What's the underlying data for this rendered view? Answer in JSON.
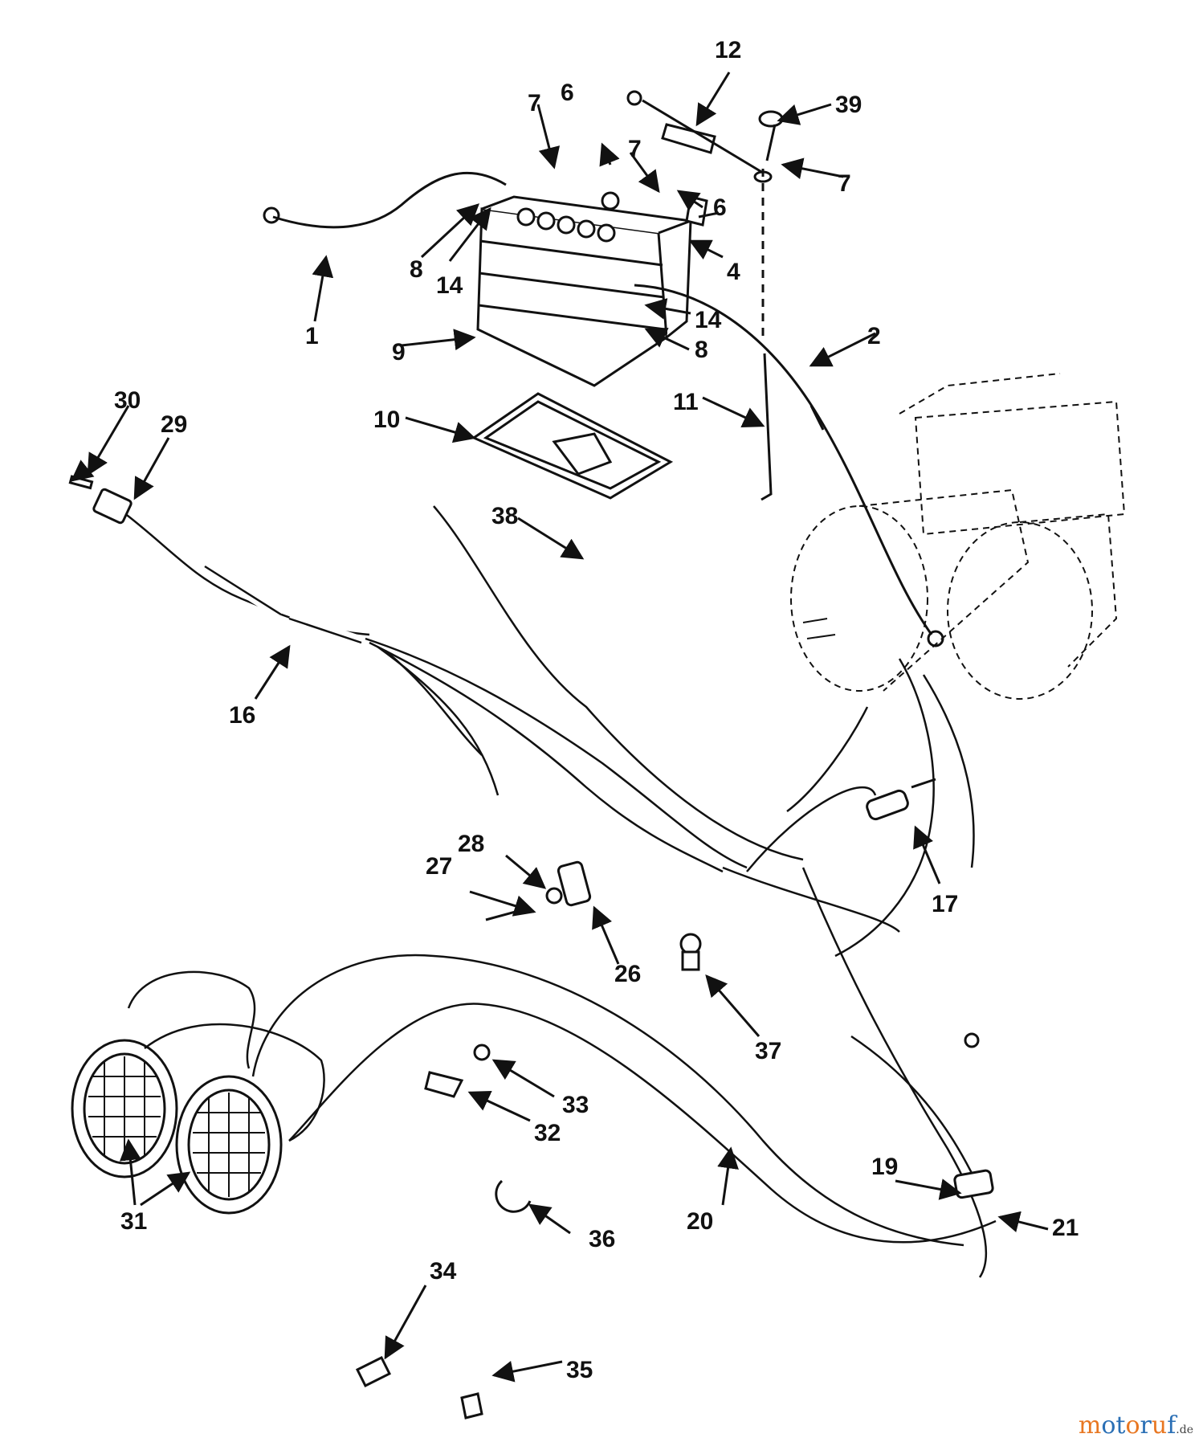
{
  "diagram": {
    "callouts": {
      "c1": "1",
      "c2": "2",
      "c4": "4",
      "c6a": "6",
      "c6b": "6",
      "c7a": "7",
      "c7b": "7",
      "c7c": "7",
      "c8a": "8",
      "c8b": "8",
      "c9": "9",
      "c10": "10",
      "c11": "11",
      "c12": "12",
      "c14a": "14",
      "c14b": "14",
      "c16": "16",
      "c17": "17",
      "c19": "19",
      "c20": "20",
      "c21": "21",
      "c26": "26",
      "c27": "27",
      "c28": "28",
      "c29": "29",
      "c30": "30",
      "c31": "31",
      "c32": "32",
      "c33": "33",
      "c34": "34",
      "c35": "35",
      "c36": "36",
      "c37": "37",
      "c38": "38",
      "c39": "39"
    }
  },
  "watermark": {
    "m": "m",
    "o1": "o",
    "t": "t",
    "o2": "o",
    "r": "r",
    "u": "u",
    "f": "f",
    "de": ".de"
  },
  "colors": {
    "line": "#111111",
    "background": "#ffffff"
  }
}
